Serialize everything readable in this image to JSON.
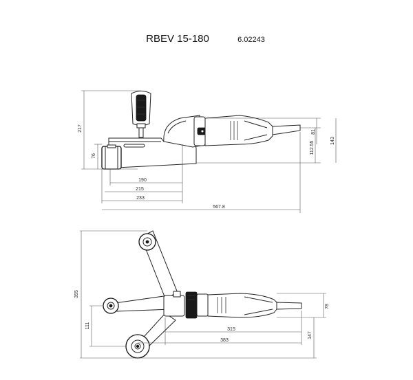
{
  "header": {
    "model": "RBEV 15-180",
    "order_number": "6.02243"
  },
  "side_view": {
    "dimensions": {
      "height_total": "217",
      "belt_height": "76",
      "tool_height_81": "81",
      "axis_height": "112.55",
      "motor_height": "143",
      "len_190": "190",
      "len_215": "215",
      "len_233": "233",
      "overall_length": "567.8"
    }
  },
  "top_view": {
    "dimensions": {
      "height_355": "355",
      "roller_offset_111": "111",
      "motor_width_78": "78",
      "width_147": "147",
      "len_315": "315",
      "len_383": "383"
    }
  }
}
